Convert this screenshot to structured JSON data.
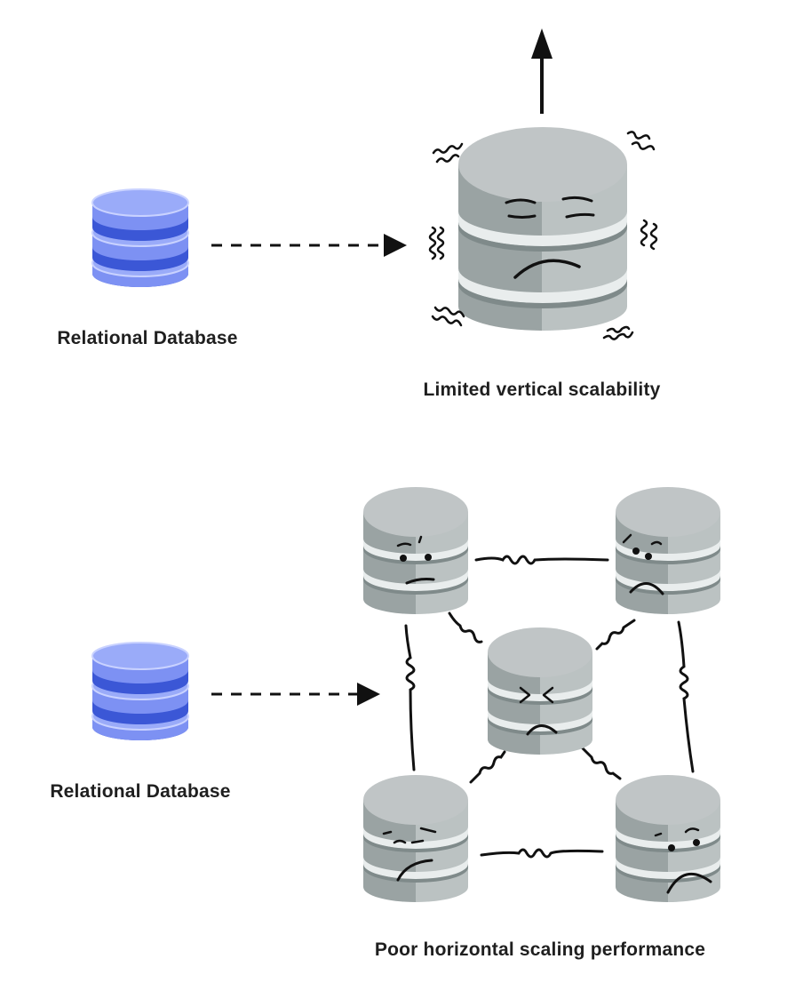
{
  "labels": {
    "top_source": "Relational Database",
    "top_result": "Limited vertical scalability",
    "bottom_source": "Relational Database",
    "bottom_result": "Poor horizontal scaling performance"
  },
  "icons": {
    "source": "database-stack-icon",
    "strained": "stressed-database-icon",
    "arrow": "dashed-arrow-icon",
    "up": "up-arrow-icon",
    "link": "squiggle-link-icon"
  },
  "colors": {
    "db_blue_light": "#8a9cf6",
    "db_blue_top": "#9aabf9",
    "db_blue_dark": "#3b57d6",
    "db_gray_left": "#9ba4a4",
    "db_gray_right": "#bcc3c3",
    "db_gray_top": "#c0c5c6",
    "db_gray_band": "#e9eded",
    "db_gray_shadow": "#7c8686",
    "line": "#111111"
  }
}
